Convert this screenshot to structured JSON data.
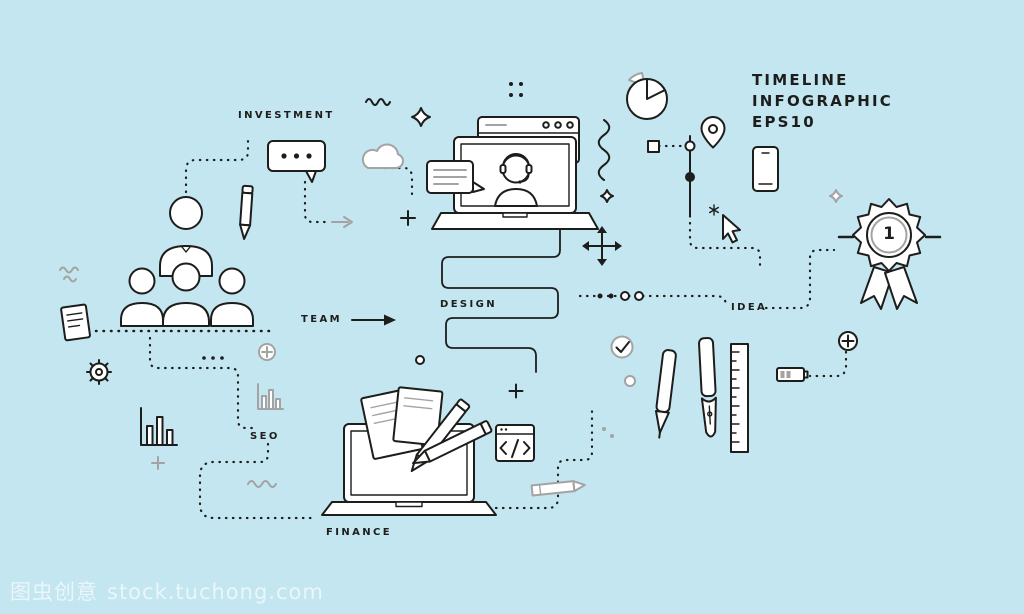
{
  "title": {
    "line1": "TIMELINE",
    "line2": "INFOGRAPHIC",
    "line3": "EPS10"
  },
  "labels": {
    "investment": "INVESTMENT",
    "team": "TEAM",
    "design": "DESIGN",
    "seo": "SEO",
    "finance": "FINANCE",
    "idea": "IDEA"
  },
  "badge": {
    "rank": "1"
  },
  "watermark": {
    "brand": "图虫创意",
    "domain": "stock.tuchong.com"
  },
  "colors": {
    "background": "#c3e6f0",
    "ink": "#1d1d1b",
    "gray": "#a3a3a3",
    "white": "#ffffff",
    "watermark_text": "rgba(255,255,255,0.65)"
  },
  "icons": [
    "team",
    "document",
    "gear",
    "bar-chart",
    "pencil",
    "speech-bubble-dots",
    "cloud",
    "browser-window",
    "video-call-laptop",
    "speech-bubble-lines",
    "pie-chart",
    "map-pin",
    "smartphone",
    "timeline-dots",
    "cursor",
    "move-arrows",
    "award-badge",
    "battery",
    "check-circle",
    "ballpoint-pen",
    "fountain-pen",
    "ruler",
    "finance-laptop",
    "papers",
    "code-window",
    "small-pencil",
    "plus",
    "sparkle",
    "squiggle"
  ]
}
